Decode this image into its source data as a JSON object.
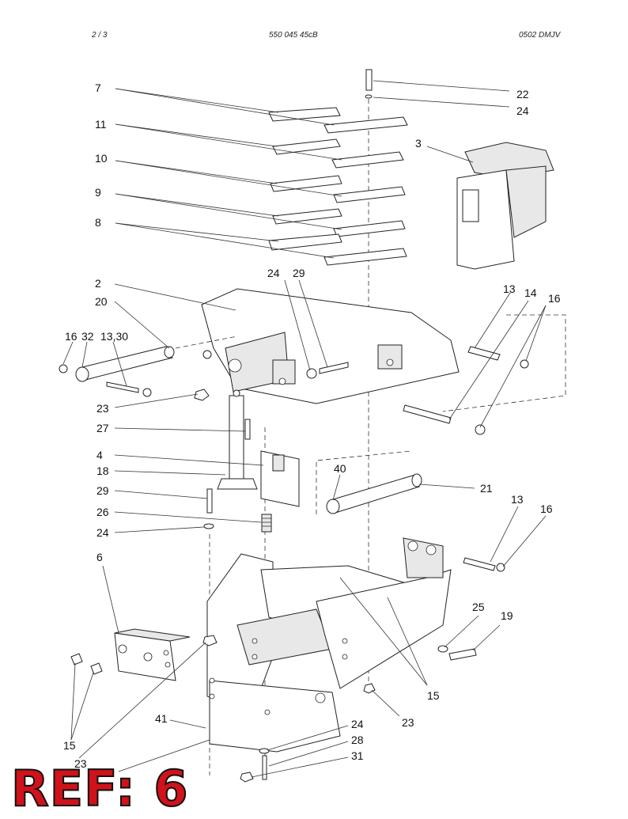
{
  "header": {
    "page": "2 /   3",
    "code": "550 045 45cB",
    "version": "0502 DMJV"
  },
  "callouts": [
    {
      "id": "c7",
      "text": "7"
    },
    {
      "id": "c11",
      "text": "11"
    },
    {
      "id": "c10",
      "text": "10"
    },
    {
      "id": "c9",
      "text": "9"
    },
    {
      "id": "c8",
      "text": "8"
    },
    {
      "id": "c22",
      "text": "22"
    },
    {
      "id": "c24a",
      "text": "24"
    },
    {
      "id": "c3",
      "text": "3"
    },
    {
      "id": "c2",
      "text": "2"
    },
    {
      "id": "c24b",
      "text": "24"
    },
    {
      "id": "c29a",
      "text": "29"
    },
    {
      "id": "c20",
      "text": "20"
    },
    {
      "id": "c13a",
      "text": "13"
    },
    {
      "id": "c14",
      "text": "14"
    },
    {
      "id": "c16a",
      "text": "16"
    },
    {
      "id": "c16b",
      "text": "16"
    },
    {
      "id": "c32",
      "text": "32"
    },
    {
      "id": "c1330",
      "text": "13,30"
    },
    {
      "id": "c23a",
      "text": "23"
    },
    {
      "id": "c27",
      "text": "27"
    },
    {
      "id": "c4",
      "text": "4"
    },
    {
      "id": "c18",
      "text": "18"
    },
    {
      "id": "c40",
      "text": "40"
    },
    {
      "id": "c21",
      "text": "21"
    },
    {
      "id": "c29b",
      "text": "29"
    },
    {
      "id": "c13b",
      "text": "13"
    },
    {
      "id": "c16c",
      "text": "16"
    },
    {
      "id": "c26",
      "text": "26"
    },
    {
      "id": "c24c",
      "text": "24"
    },
    {
      "id": "c6",
      "text": "6"
    },
    {
      "id": "c25",
      "text": "25"
    },
    {
      "id": "c19",
      "text": "19"
    },
    {
      "id": "c15a",
      "text": "15"
    },
    {
      "id": "c41",
      "text": "41"
    },
    {
      "id": "c23b",
      "text": "23"
    },
    {
      "id": "c15b",
      "text": "15"
    },
    {
      "id": "c23c",
      "text": "23"
    },
    {
      "id": "c24d",
      "text": "24"
    },
    {
      "id": "c28",
      "text": "28"
    },
    {
      "id": "c31",
      "text": "31"
    }
  ],
  "reference_label": "REF: 6"
}
